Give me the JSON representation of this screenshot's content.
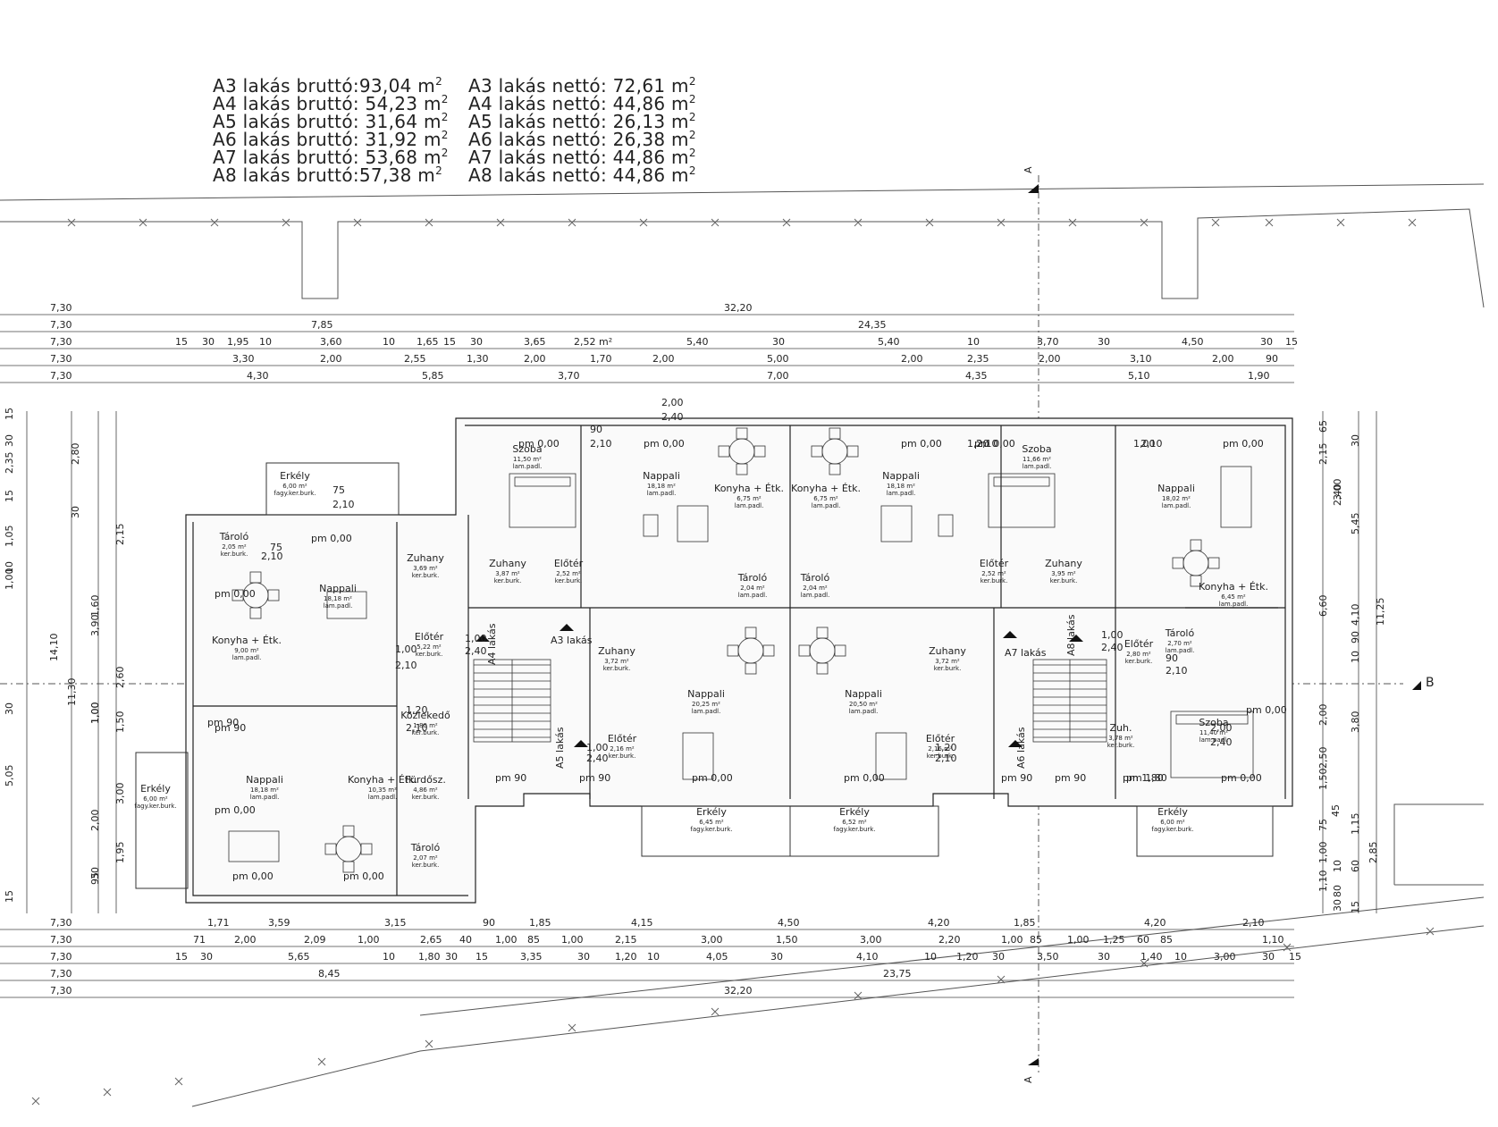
{
  "areas": [
    {
      "brutto_label": "A3 lakás bruttó:93,04 m",
      "netto_label": "A3 lakás nettó: 72,61 m",
      "unit_sup": "2"
    },
    {
      "brutto_label": "A4 lakás bruttó: 54,23 m",
      "netto_label": "A4 lakás nettó: 44,86 m",
      "unit_sup": "2"
    },
    {
      "brutto_label": "A5 lakás bruttó: 31,64 m",
      "netto_label": "A5 lakás nettó: 26,13 m",
      "unit_sup": "2"
    },
    {
      "brutto_label": "A6 lakás bruttó: 31,92 m",
      "netto_label": "A6 lakás nettó: 26,38 m",
      "unit_sup": "2"
    },
    {
      "brutto_label": "A7 lakás bruttó: 53,68 m",
      "netto_label": "A7 lakás nettó: 44,86 m",
      "unit_sup": "2"
    },
    {
      "brutto_label": "A8 lakás bruttó:57,38 m",
      "netto_label": "A8 lakás nettó: 44,86 m",
      "unit_sup": "2"
    }
  ],
  "section_marks": {
    "a_top": "A",
    "a_bottom": "A",
    "b": "B"
  },
  "dimensions_top": {
    "row1": [
      "7,30",
      "32,20"
    ],
    "row2": [
      "7,30",
      "7,85",
      "24,35"
    ],
    "row3": [
      "7,30",
      "15",
      "30",
      "1,95",
      "10",
      "3,60",
      "10",
      "1,65",
      "15",
      "30",
      "3,65",
      "2,52 m²",
      "5,40",
      "30",
      "5,40",
      "10",
      "3,70",
      "30",
      "4,50",
      "30",
      "15"
    ],
    "row4": [
      "7,30",
      "3,30",
      "2,00",
      "2,55",
      "1,30",
      "2,00",
      "1,70",
      "2,00",
      "5,00",
      "2,00",
      "2,35",
      "2,00",
      "3,10",
      "2,00",
      "90"
    ],
    "row5": [
      "7,30",
      "4,30",
      "5,85",
      "3,70",
      "7,00",
      "4,35",
      "5,10",
      "1,90"
    ]
  },
  "dimensions_bottom": {
    "row1": [
      "7,30",
      "1,71",
      "3,59",
      "3,15",
      "90",
      "1,85",
      "4,15",
      "4,50",
      "4,20",
      "1,85",
      "4,20",
      "2,10"
    ],
    "row2": [
      "7,30",
      "71",
      "2,00",
      "2,09",
      "1,00",
      "2,65",
      "40",
      "1,00",
      "85",
      "1,00",
      "2,15",
      "3,00",
      "1,50",
      "3,00",
      "2,20",
      "1,00",
      "85",
      "1,00",
      "1,25",
      "60",
      "85",
      "1,10"
    ],
    "row3": [
      "7,30",
      "15",
      "30",
      "5,65",
      "10",
      "1,80",
      "30",
      "15",
      "3,35",
      "30",
      "1,20",
      "10",
      "4,05",
      "30",
      "4,10",
      "10",
      "1,20",
      "30",
      "3,50",
      "30",
      "1,40",
      "10",
      "3,00",
      "30",
      "15"
    ],
    "row4": [
      "7,30",
      "8,45",
      "23,75"
    ],
    "row5": [
      "7,30",
      "32,20"
    ]
  },
  "dimensions_left": [
    "15",
    "30",
    "2,35",
    "2,80",
    "15",
    "30",
    "1,05",
    "2,15",
    "10",
    "1,00",
    "1,60",
    "3,90",
    "14,10",
    "11,30",
    "1,00",
    "2,60",
    "30",
    "1,00",
    "1,50",
    "5,05",
    "2,00",
    "3,00",
    "1,95",
    "30",
    "15",
    "95"
  ],
  "dimensions_right": [
    "65",
    "2,15",
    "30",
    "5,45",
    "3,00",
    "2,40",
    "6,60",
    "4,10",
    "11,25",
    "90",
    "10",
    "3,80",
    "2,00",
    "2,50",
    "1,50",
    "45",
    "1,15",
    "75",
    "1,00",
    "10",
    "60",
    "2,85",
    "1,10",
    "80",
    "15",
    "30"
  ],
  "rooms": [
    {
      "name": "Szoba",
      "area": "11,50 m²",
      "finish": "lam.padl."
    },
    {
      "name": "Nappali",
      "area": "18,18 m²",
      "finish": "lam.padl."
    },
    {
      "name": "Konyha + Étk.",
      "area": "6,75 m²",
      "finish": "lam.padl."
    },
    {
      "name": "Konyha + Étk.",
      "area": "6,75 m²",
      "finish": "lam.padl."
    },
    {
      "name": "Nappali",
      "area": "18,18 m²",
      "finish": "lam.padl."
    },
    {
      "name": "Szoba",
      "area": "11,66 m²",
      "finish": "lam.padl."
    },
    {
      "name": "Nappali",
      "area": "18,02 m²",
      "finish": "lam.padl."
    },
    {
      "name": "Erkély",
      "area": "6,00 m²",
      "finish": "fagy.ker.burk."
    },
    {
      "name": "Tároló",
      "area": "2,05 m²",
      "finish": "ker.burk."
    },
    {
      "name": "Nappali",
      "area": "18,18 m²",
      "finish": "lam.padl."
    },
    {
      "name": "Zuhany",
      "area": "3,69 m²",
      "finish": "ker.burk."
    },
    {
      "name": "Konyha + Étk.",
      "area": "9,00 m²",
      "finish": "lam.padl."
    },
    {
      "name": "Előtér",
      "area": "5,22 m²",
      "finish": "ker.burk."
    },
    {
      "name": "Zuhany",
      "area": "3,87 m²",
      "finish": "ker.burk."
    },
    {
      "name": "Előtér",
      "area": "2,52 m²",
      "finish": "ker.burk."
    },
    {
      "name": "Tároló",
      "area": "2,04 m²",
      "finish": "lam.padl."
    },
    {
      "name": "Tároló",
      "area": "2,04 m²",
      "finish": "lam.padl."
    },
    {
      "name": "Előtér",
      "area": "2,52 m²",
      "finish": "ker.burk."
    },
    {
      "name": "Zuhany",
      "area": "3,95 m²",
      "finish": "ker.burk."
    },
    {
      "name": "Konyha + Étk.",
      "area": "6,45 m²",
      "finish": "lam.padl."
    },
    {
      "name": "Tároló",
      "area": "2,70 m²",
      "finish": "lam.padl."
    },
    {
      "name": "Előtér",
      "area": "2,80 m²",
      "finish": "ker.burk."
    },
    {
      "name": "Zuhany",
      "area": "3,72 m²",
      "finish": "ker.burk."
    },
    {
      "name": "Nappali",
      "area": "20,25 m²",
      "finish": "lam.padl."
    },
    {
      "name": "Nappali",
      "area": "20,50 m²",
      "finish": "lam.padl."
    },
    {
      "name": "Zuhany",
      "area": "3,72 m²",
      "finish": "ker.burk."
    },
    {
      "name": "Közlekedő",
      "area": "1,80 m²",
      "finish": "ker.burk."
    },
    {
      "name": "Előtér",
      "area": "2,16 m²",
      "finish": "ker.burk."
    },
    {
      "name": "Előtér",
      "area": "2,16 m²",
      "finish": "ker.burk."
    },
    {
      "name": "Zuh.",
      "area": "3,78 m²",
      "finish": "ker.burk."
    },
    {
      "name": "Szoba",
      "area": "11,40 m²",
      "finish": "lam.padl."
    },
    {
      "name": "Erkély",
      "area": "6,00 m²",
      "finish": "fagy.ker.burk."
    },
    {
      "name": "Nappali",
      "area": "18,18 m²",
      "finish": "lam.padl."
    },
    {
      "name": "Konyha + Étk.",
      "area": "10,35 m²",
      "finish": "lam.padl."
    },
    {
      "name": "Fürdősz.",
      "area": "4,86 m²",
      "finish": "ker.burk."
    },
    {
      "name": "Tároló",
      "area": "2,07 m²",
      "finish": "ker.burk."
    },
    {
      "name": "Erkély",
      "area": "6,45 m²",
      "finish": "fagy.ker.burk."
    },
    {
      "name": "Erkély",
      "area": "6,52 m²",
      "finish": "fagy.ker.burk."
    },
    {
      "name": "Erkély",
      "area": "6,00 m²",
      "finish": "fagy.ker.burk."
    }
  ],
  "flat_labels": [
    "A3 lakás",
    "A4 lakás",
    "A5 lakás",
    "A6 lakás",
    "A7 lakás",
    "A8 lakás"
  ],
  "level_marks": [
    "pm 0,00",
    "pm 0,00",
    "pm 0,00",
    "pm 0,00",
    "pm 0,00",
    "pm 0,00",
    "pm 0,00",
    "pm 0,00",
    "pm 0,00",
    "pm 0,00",
    "pm 0,00",
    "pm 0,00",
    "pm 0,00",
    "pm 0,00",
    "pm 90",
    "pm 90",
    "pm 90",
    "pm 90",
    "pm 90",
    "pm 90",
    "pm 1,80",
    "pm 1,80"
  ],
  "openings": [
    "1,00",
    "2,10",
    "1,20",
    "2,10",
    "75",
    "2,10",
    "1,00",
    "2,40",
    "90",
    "2,10",
    "2,00",
    "2,40",
    "1,00",
    "2,10",
    "1,20",
    "2,10",
    "75",
    "2,10",
    "1,00",
    "2,40",
    "2,00",
    "2,40",
    "1,00",
    "2,40",
    "1,20",
    "2,10",
    "90",
    "2,10"
  ]
}
